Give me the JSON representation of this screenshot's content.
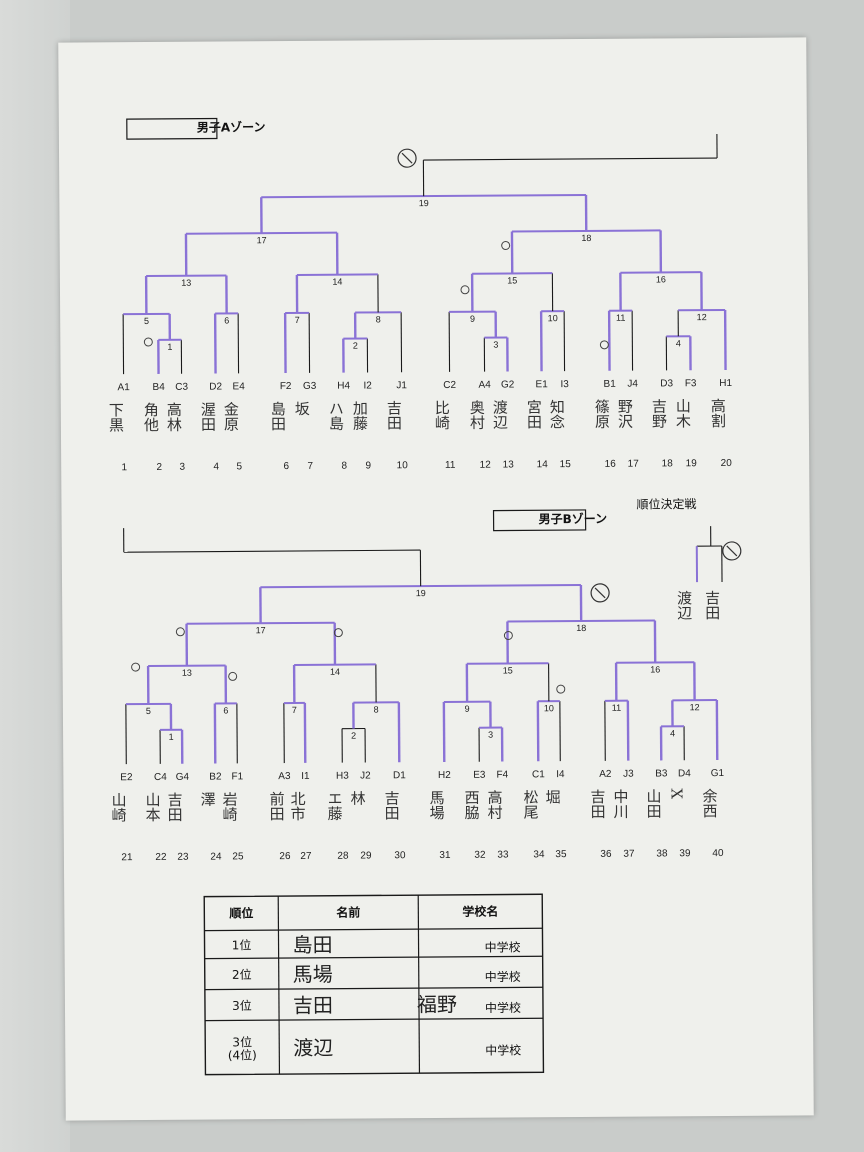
{
  "zone_a": {
    "title": "男子Aゾーン",
    "seeds": [
      "A1",
      "B4",
      "C3",
      "D2",
      "E4",
      "F2",
      "G3",
      "H4",
      "I2",
      "J1",
      "C2",
      "A4",
      "G2",
      "E1",
      "I3",
      "B1",
      "J4",
      "D3",
      "F3",
      "H1"
    ],
    "numbers": [
      "1",
      "2",
      "3",
      "4",
      "5",
      "6",
      "7",
      "8",
      "9",
      "10",
      "11",
      "12",
      "13",
      "14",
      "15",
      "16",
      "17",
      "18",
      "19",
      "20"
    ],
    "names": [
      "下黒",
      "角他",
      "高林",
      "渥田",
      "金原",
      "島田",
      "坂",
      "ハ島",
      "加藤",
      "吉田",
      "比崎",
      "奥村",
      "渡辺",
      "宮田",
      "知念",
      "篠原",
      "野沢",
      "吉野",
      "山木",
      "高割"
    ],
    "matches": [
      "1",
      "2",
      "3",
      "4",
      "5",
      "6",
      "7",
      "8",
      "9",
      "10",
      "11",
      "12",
      "13",
      "14",
      "15",
      "16",
      "17",
      "18",
      "19"
    ]
  },
  "zone_b": {
    "title": "男子Bゾーン",
    "seeds": [
      "E2",
      "C4",
      "G4",
      "B2",
      "F1",
      "A3",
      "I1",
      "H3",
      "J2",
      "D1",
      "H2",
      "E3",
      "F4",
      "C1",
      "I4",
      "A2",
      "J3",
      "B3",
      "D4",
      "G1"
    ],
    "numbers": [
      "21",
      "22",
      "23",
      "24",
      "25",
      "26",
      "27",
      "28",
      "29",
      "30",
      "31",
      "32",
      "33",
      "34",
      "35",
      "36",
      "37",
      "38",
      "39",
      "40"
    ],
    "names": [
      "山崎",
      "山本",
      "吉田",
      "澤",
      "岩崎",
      "前田",
      "北市",
      "エ藤",
      "林",
      "吉田",
      "馬場",
      "西脇",
      "高村",
      "松尾",
      "堀",
      "吉田",
      "中川",
      "山田",
      "X",
      "余西"
    ],
    "matches": [
      "1",
      "2",
      "3",
      "4",
      "5",
      "6",
      "7",
      "8",
      "9",
      "10",
      "11",
      "12",
      "13",
      "14",
      "15",
      "16",
      "17",
      "18",
      "19"
    ]
  },
  "playoff": {
    "title": "順位決定戦",
    "names": [
      "渡辺",
      "吉田"
    ]
  },
  "results": {
    "headers": [
      "順位",
      "名前",
      "学校名"
    ],
    "rows": [
      {
        "rank": "1位",
        "name": "島田",
        "school_note": "",
        "school": "中学校"
      },
      {
        "rank": "2位",
        "name": "馬場",
        "school_note": "",
        "school": "中学校"
      },
      {
        "rank": "3位",
        "name": "吉田",
        "school_note": "福野",
        "school": "中学校"
      },
      {
        "rank": "3位\n(4位)",
        "name": "渡辺",
        "school_note": "",
        "school": "中学校"
      }
    ]
  },
  "colors": {
    "highlight": "#8a72d6",
    "ink": "#1a1a1a"
  }
}
